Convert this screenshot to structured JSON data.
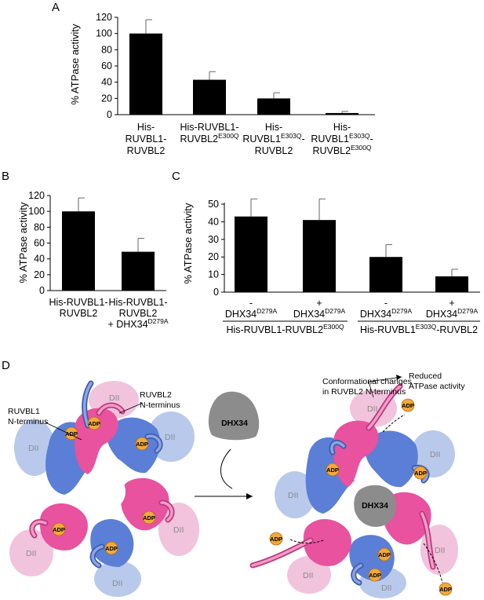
{
  "chart_data": [
    {
      "panel": "A",
      "type": "bar",
      "ylabel": "% ATPase activity",
      "ylim": [
        0,
        120
      ],
      "yticks": [
        0,
        20,
        40,
        60,
        80,
        100,
        120
      ],
      "categories": [
        [
          "His-",
          "RUVBL1-",
          "RUVBL2"
        ],
        [
          "His-RUVBL1-",
          "RUVBL2|E300Q"
        ],
        [
          "His-",
          "RUVBL1|E303Q|-",
          "RUVBL2"
        ],
        [
          "His-",
          "RUVBL1|E303Q|-",
          "RUVBL2|E300Q"
        ]
      ],
      "values": [
        100,
        43,
        20,
        2
      ],
      "errors": [
        17,
        10,
        7,
        2
      ]
    },
    {
      "panel": "B",
      "type": "bar",
      "ylabel": "% ATPase activity",
      "ylim": [
        0,
        120
      ],
      "yticks": [
        0,
        20,
        40,
        60,
        80,
        100,
        120
      ],
      "categories": [
        [
          "His-RUVBL1-",
          "RUVBL2"
        ],
        [
          "His-RUVBL1-",
          "RUVBL2",
          "+ DHX34|D279A"
        ]
      ],
      "values": [
        100,
        49
      ],
      "errors": [
        17,
        17
      ]
    },
    {
      "panel": "C",
      "type": "bar",
      "ylabel": "% ATPase activity",
      "ylim": [
        0,
        50
      ],
      "yticks": [
        0,
        10,
        20,
        30,
        40,
        50
      ],
      "categories": [
        [
          "-",
          "DHX34|D279A"
        ],
        [
          "+",
          "DHX34|D279A"
        ],
        [
          "-",
          "DHX34|D279A"
        ],
        [
          "+",
          "DHX34|D279A"
        ]
      ],
      "groups": [
        {
          "label": "His-RUVBL1-RUVBL2|E300Q",
          "members": [
            0,
            1
          ]
        },
        {
          "label": "His-RUVBL1|E303Q|-RUVBL2",
          "members": [
            2,
            3
          ]
        }
      ],
      "values": [
        43,
        41,
        20,
        9
      ],
      "errors": [
        10,
        12,
        7,
        4
      ]
    }
  ],
  "panel_labels": {
    "A": "A",
    "B": "B",
    "C": "C",
    "D": "D"
  },
  "diagram": {
    "ruvbl1_label": [
      "RUVBL1",
      "N-terminus"
    ],
    "ruvbl2_label": [
      "RUVBL2",
      "N-terminus"
    ],
    "dhx34_label": "DHX34",
    "dhx34_bound_label": "DHX34",
    "conformational_label": [
      "Conformational changes",
      "in RUVBL2 N-terminus"
    ],
    "reduced_label": [
      "Reduced",
      "ATPase activity"
    ],
    "adp": "ADP",
    "dii": "DII",
    "colors": {
      "ruvbl1": "#5b7fd6",
      "ruvbl2": "#e8529e",
      "dii_blue": "#b9c9ec",
      "dii_pink": "#f2c3dc",
      "adp": "#f2a93b",
      "dhx34": "#8c8c8c"
    }
  }
}
